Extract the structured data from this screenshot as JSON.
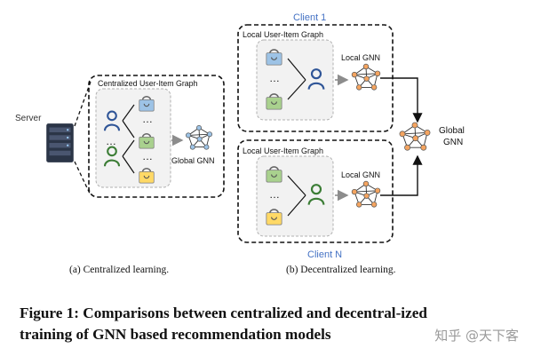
{
  "panel_a": {
    "server_label": "Server",
    "graph_title": "Centralized User-Item Graph",
    "gnn_label": "Global GNN",
    "sublabel": "(a)  Centralized learning."
  },
  "panel_b": {
    "client_top_label": "Client 1",
    "client_bottom_label": "Client N",
    "graph_title_top": "Local User-Item Graph",
    "graph_title_bottom": "Local User-Item Graph",
    "local_gnn_top": "Local GNN",
    "local_gnn_bottom": "Local GNN",
    "global_gnn_line1": "Global",
    "global_gnn_line2": "GNN",
    "sublabel": "(b)  Decentralized learning."
  },
  "ellipsis": "…",
  "caption": "Figure 1: Comparisons between centralized and decentral-ized training of GNN based recommendation models",
  "watermark": "知乎 @天下客",
  "colors": {
    "user_blue": "#2f5597",
    "user_green": "#3b7d35",
    "bag_blue": "#9dc3e6",
    "bag_green": "#a9d18e",
    "bag_yellow": "#ffd966",
    "node_orange": "#f4a460",
    "node_blue": "#9dc3e6",
    "client_label": "#4472c4"
  }
}
